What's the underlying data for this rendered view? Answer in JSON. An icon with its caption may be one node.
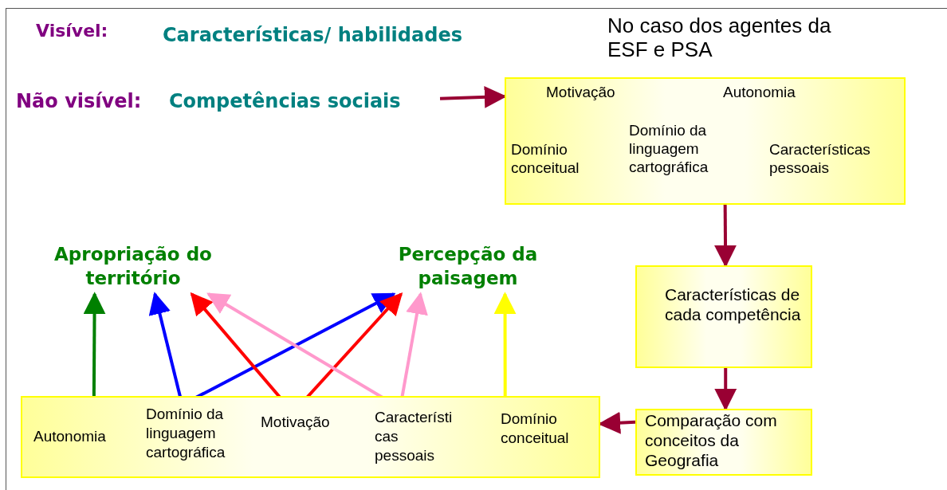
{
  "diagram": {
    "nodes": [
      {
        "text": [
          "Competências sociais"
        ]
      },
      {
        "text": [
          "Motivação",
          "Autonomia",
          "Domínio conceitual",
          "Domínio da linguagem cartográfica",
          "Características pessoais"
        ]
      },
      {
        "text": [
          "Características de cada competência"
        ]
      },
      {
        "text": [
          "Comparação com conceitos da Geografia"
        ]
      },
      {
        "text": [],
        "shape": "box"
      },
      {
        "text": [
          "Autonomia"
        ],
        "in": 4
      },
      {
        "text": [
          "Domínio da linguagem cartográfica"
        ],
        "in": 4
      },
      {
        "text": [
          "Motivação"
        ],
        "in": 4
      },
      {
        "text": [
          "Característi cas pessoais"
        ],
        "in": 4
      },
      {
        "text": [
          "Domínio conceitual"
        ],
        "in": 4
      },
      {
        "text": [
          "Apropriação do território"
        ]
      },
      {
        "text": [
          "Percepção da paisagem"
        ]
      }
    ],
    "edges": [
      {
        "from": 0,
        "to": 1,
        "arrow": "to",
        "color": "#990033"
      },
      {
        "from": 1,
        "to": 2,
        "arrow": "to",
        "color": "#990033"
      },
      {
        "from": 2,
        "to": 3,
        "arrow": "to",
        "color": "#990033"
      },
      {
        "from": 3,
        "to": 4,
        "arrow": "to",
        "color": "#990033"
      },
      {
        "from": 5,
        "to": 10,
        "arrow": "to",
        "color": "#008000"
      },
      {
        "from": 6,
        "to": 10,
        "arrow": "to",
        "color": "#0000ff"
      },
      {
        "from": 6,
        "to": 11,
        "arrow": "to",
        "color": "#0000ff"
      },
      {
        "from": 7,
        "to": 10,
        "arrow": "to",
        "color": "#ff0000"
      },
      {
        "from": 7,
        "to": 11,
        "arrow": "to",
        "color": "#ff0000"
      },
      {
        "from": 8,
        "to": 10,
        "arrow": "to",
        "color": "#ff99cc"
      },
      {
        "from": 8,
        "to": 11,
        "arrow": "to",
        "color": "#ff99cc"
      },
      {
        "from": 9,
        "to": 11,
        "arrow": "to",
        "color": "#ffff00"
      }
    ],
    "labels": [
      "Visível:",
      "Características/ habilidades",
      "No caso dos agentes da ESF e PSA",
      "Não visível:"
    ]
  }
}
